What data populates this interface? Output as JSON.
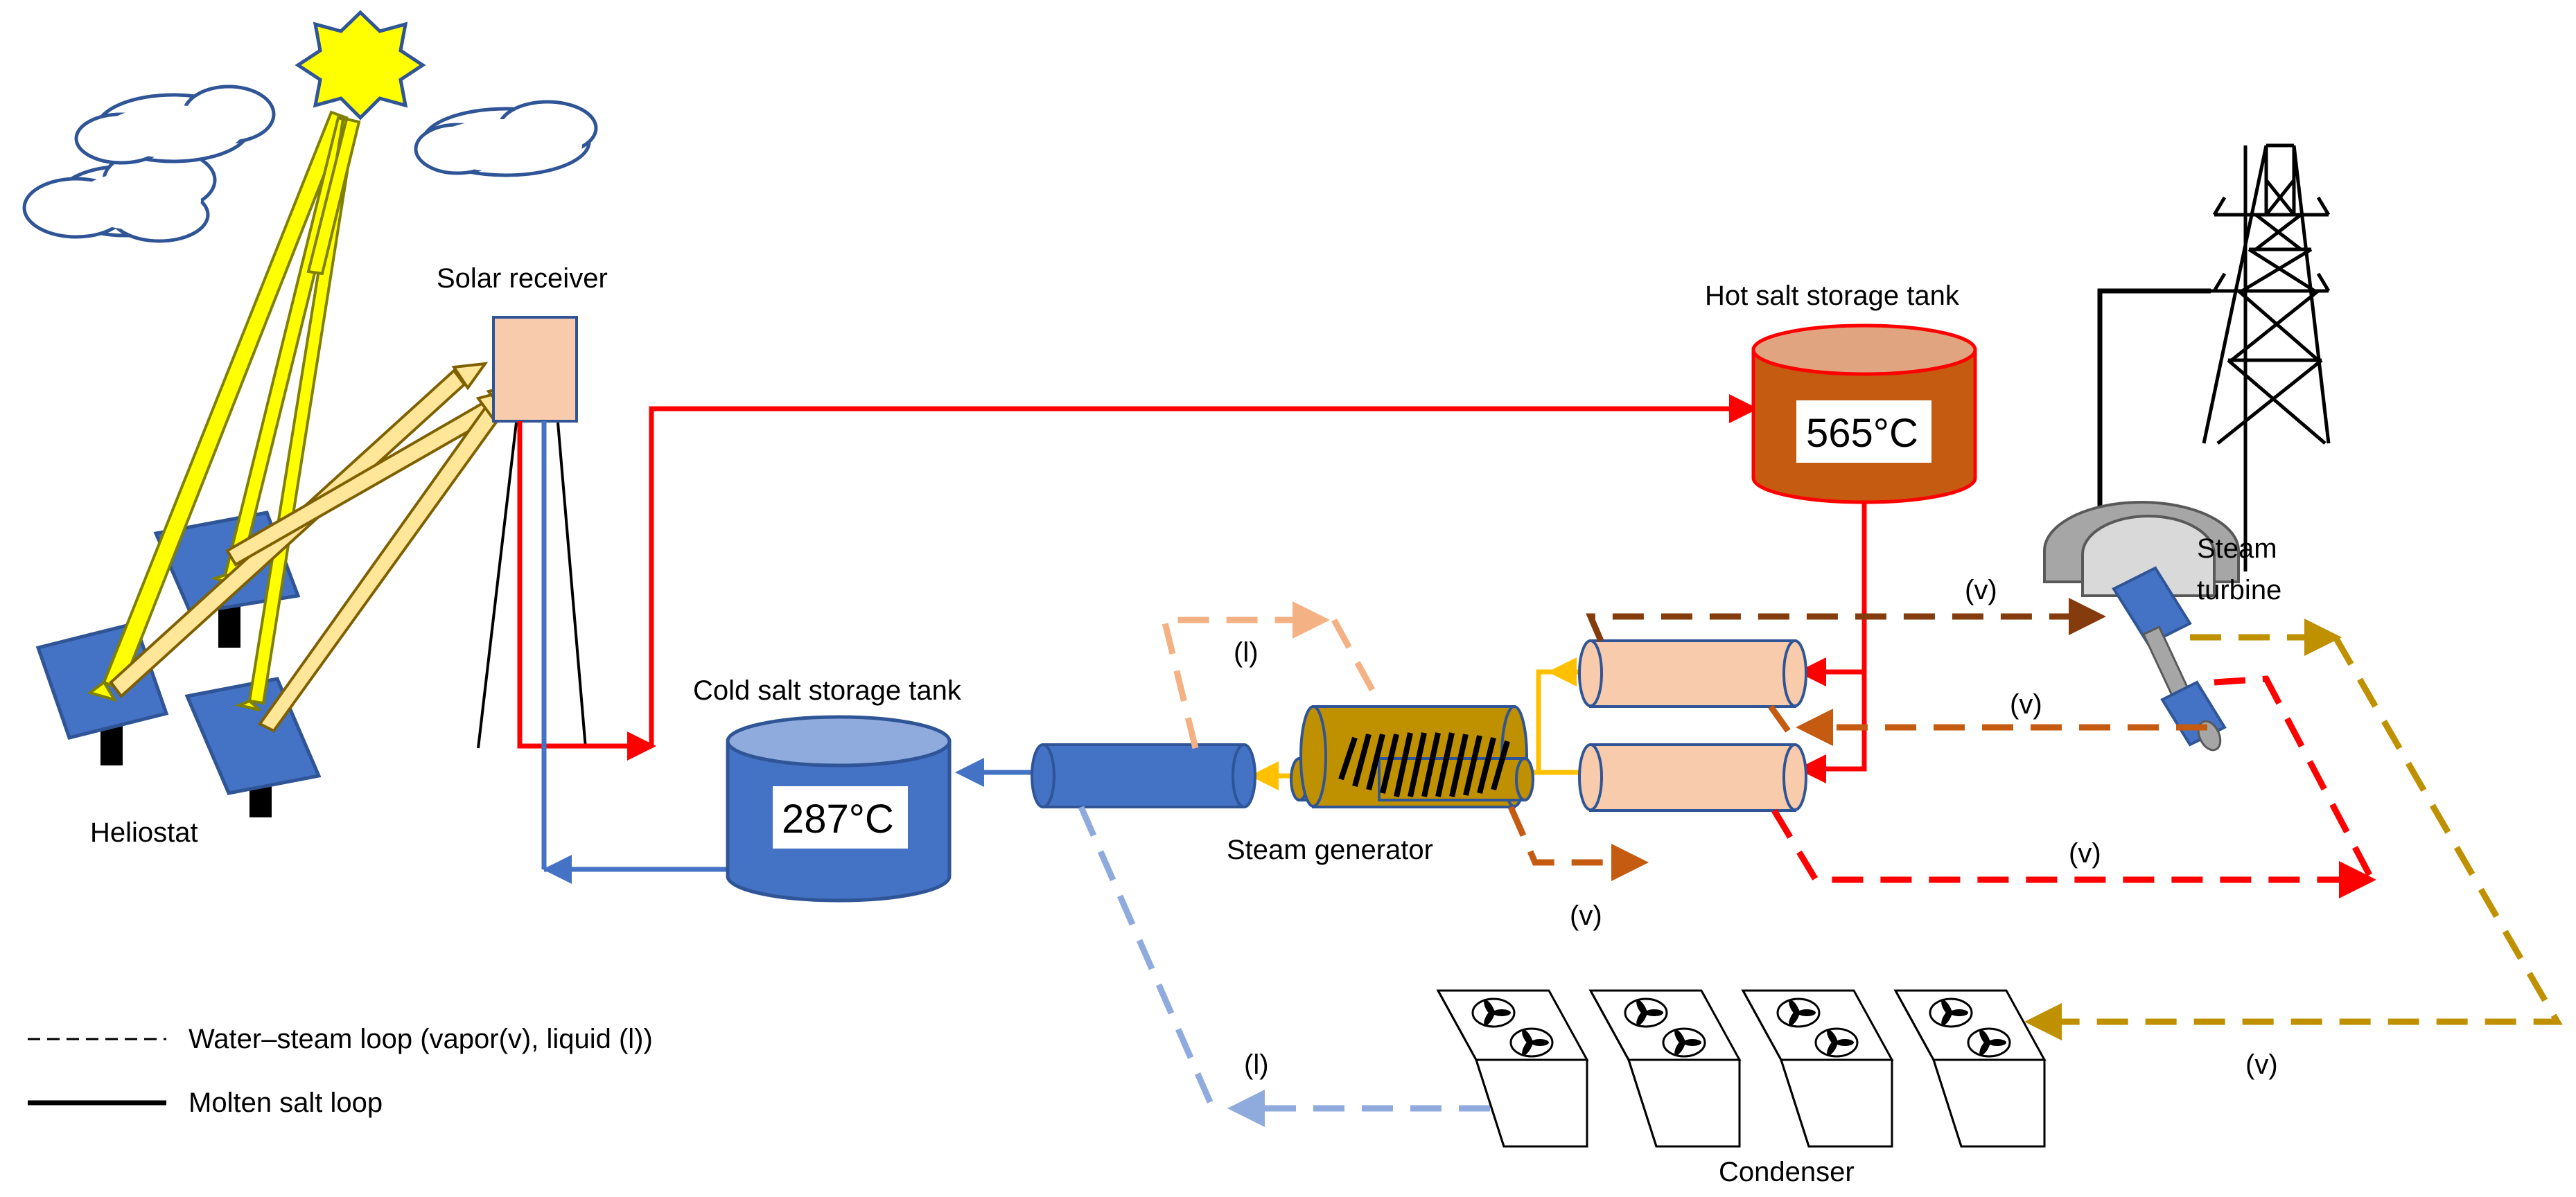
{
  "labels": {
    "heliostat": "Heliostat",
    "solar_receiver": "Solar receiver",
    "hot_tank": "Hot salt storage tank",
    "cold_tank": "Cold salt storage tank",
    "steam_generator": "Steam generator",
    "steam_turbine_line1": "Steam",
    "steam_turbine_line2": "turbine",
    "condenser": "Condenser"
  },
  "temperatures": {
    "hot": "565°C",
    "cold": "287°C"
  },
  "phase_labels": {
    "vapor": "(v)",
    "liquid": "(l)"
  },
  "legend": {
    "dashed": "Water–steam loop (vapor(v), liquid (l))",
    "solid": "Molten salt loop"
  },
  "colors": {
    "hot_salt": "#ff0000",
    "cold_salt": "#4472c4",
    "sun": "#ffff00",
    "heliostat": "#4472c4",
    "receiver": "#f8cbad",
    "hot_tank": "#c55a11",
    "hot_tank_top": "#e0a580",
    "steam_generator": "#bf9000",
    "preheater_tube": "#f8cbad",
    "turbine_casing": "#a6a6a6",
    "dark_brown_steam": "#843c0c",
    "mid_brown_steam": "#c55a11",
    "gold_steam": "#bf9000",
    "light_orange_liquid": "#f4b183",
    "light_blue_liquid": "#8faadc",
    "yellow_flow": "#ffc000",
    "reflected_beam": "#ffe699"
  }
}
